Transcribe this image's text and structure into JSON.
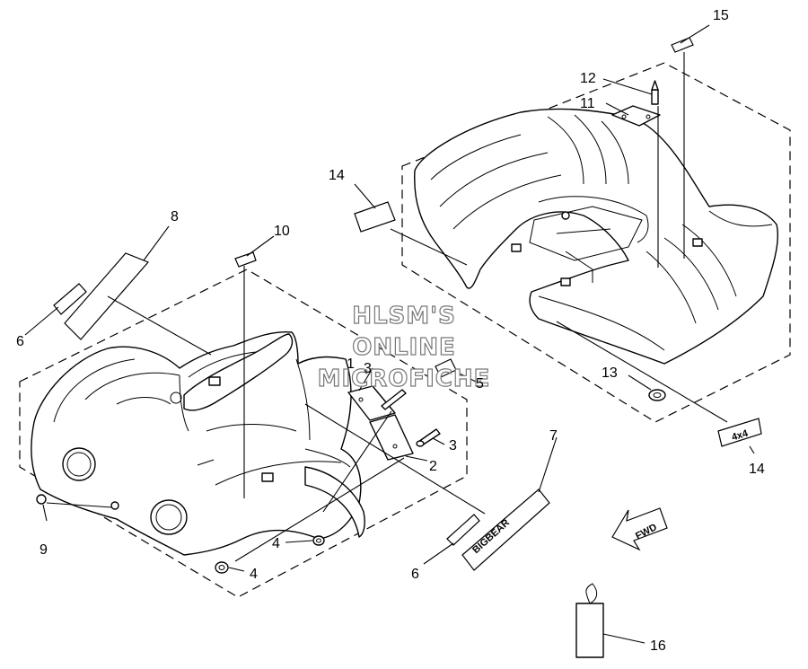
{
  "watermark": {
    "line1": "HLSM'S",
    "line2": "ONLINE",
    "line3": "MICROFICHE"
  },
  "callouts": {
    "c15": "15",
    "c12": "12",
    "c11": "11",
    "c14_top": "14",
    "c8": "8",
    "c10": "10",
    "c6_left": "6",
    "c1": "1",
    "c3_top": "3",
    "c5": "5",
    "c13": "13",
    "c14_right": "14",
    "c3": "3",
    "c2": "2",
    "c7": "7",
    "c9": "9",
    "c4_right": "4",
    "c4_bottom": "4",
    "c6_bottom": "6",
    "c16": "16"
  },
  "decal_text": {
    "fwd": "FWD",
    "four_by_four": "4x4",
    "bigbear": "BIGBEAR"
  }
}
